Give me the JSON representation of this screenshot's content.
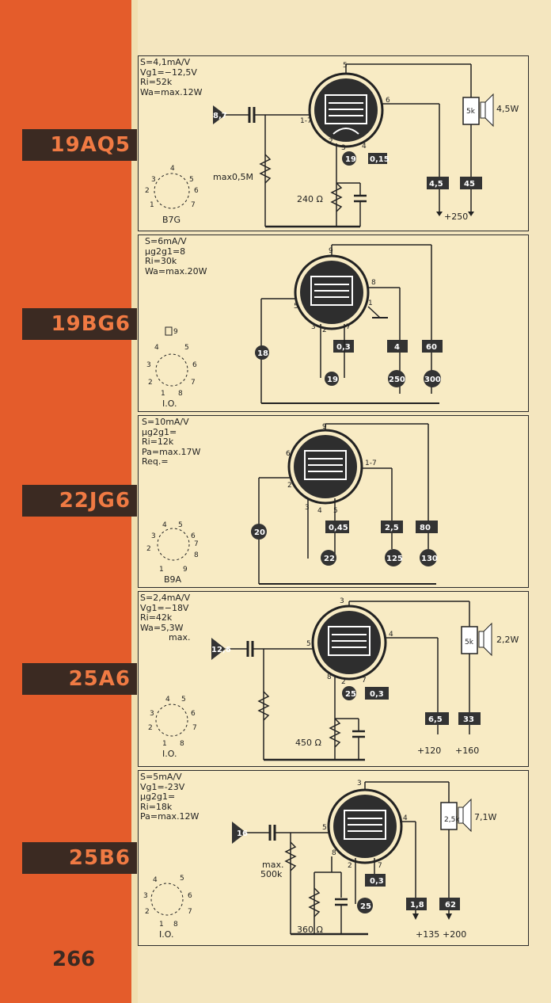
{
  "page_number": "266",
  "tubes": [
    {
      "name": "19AQ5",
      "specs": [
        "S=4,1mA/V",
        "Vg1=−12,5V",
        "Ri=52k",
        "Wa=max.12W"
      ],
      "base": "B7G",
      "input_voltage": "8,7",
      "grid_resistor": "max0,5M",
      "cathode_resistor": "240 Ω",
      "pin_labels": [
        "5",
        "6",
        "1-7",
        "2",
        "3",
        "4"
      ],
      "heater": "19",
      "heater_current": "0,15",
      "currents": [
        "4,5",
        "45"
      ],
      "supply": "+250",
      "speaker_transformer": "5k",
      "speaker_power": "4,5W",
      "base_pins": [
        "4",
        "3",
        "5",
        "2",
        "6",
        "1",
        "7"
      ]
    },
    {
      "name": "19BG6",
      "specs": [
        "S=6mA/V",
        "µg2g1=8",
        "Ri=30k",
        "Wa=max.20W"
      ],
      "base": "I.O.",
      "pin_labels": [
        "9",
        "8",
        "5",
        "1",
        "3",
        "2",
        "7"
      ],
      "grid_bias": "18",
      "heater": "19",
      "heater_current": "0,3",
      "currents": [
        "4",
        "60"
      ],
      "supplies": [
        "250",
        "300"
      ],
      "base_pins": [
        "9",
        "4",
        "5",
        "3",
        "6",
        "2",
        "7",
        "1",
        "8"
      ]
    },
    {
      "name": "22JG6",
      "specs": [
        "S=10mA/V",
        "µg2g1=",
        "Ri=12k",
        "Pa=max.17W",
        "Req.="
      ],
      "base": "B9A",
      "pin_labels": [
        "9",
        "6",
        "1-7",
        "2",
        "3",
        "4",
        "5"
      ],
      "grid_bias": "20",
      "heater": "22",
      "heater_current": "0,45",
      "currents": [
        "2,5",
        "80"
      ],
      "supplies": [
        "125",
        "130"
      ],
      "base_pins": [
        "4",
        "5",
        "3",
        "6",
        "2",
        "7",
        "1",
        "8",
        "9"
      ]
    },
    {
      "name": "25A6",
      "specs": [
        "S=2,4mA/V",
        "Vg1=−18V",
        "Ri=42k",
        "Wa=5,3W"
      ],
      "specs_extra": "max.",
      "base": "I.O.",
      "input_voltage": "12,6",
      "cathode_resistor": "450 Ω",
      "pin_labels": [
        "3",
        "5",
        "4",
        "8",
        "2",
        "7"
      ],
      "heater": "25",
      "heater_current": "0,3",
      "currents": [
        "6,5",
        "33"
      ],
      "supplies": [
        "+120",
        "+160"
      ],
      "speaker_transformer": "5k",
      "speaker_power": "2,2W",
      "base_pins": [
        "4",
        "5",
        "3",
        "6",
        "2",
        "7",
        "1",
        "8"
      ]
    },
    {
      "name": "25B6",
      "specs": [
        "S=5mA/V",
        "Vg1=-23V",
        "µg2g1=",
        "Ri=18k",
        "Pa=max.12W"
      ],
      "base": "I.O.",
      "input_voltage": "16",
      "grid_resistor": "max.\n500k",
      "grid_resistor_a": "max.",
      "grid_resistor_b": "500k",
      "cathode_resistor": "360 Ω",
      "pin_labels": [
        "3",
        "5",
        "4",
        "8",
        "2",
        "7"
      ],
      "heater": "25",
      "heater_current": "0,3",
      "currents": [
        "1,8",
        "62"
      ],
      "supplies": [
        "+135",
        "+200"
      ],
      "speaker_transformer": "2,5k",
      "speaker_power": "7,1W",
      "base_pins": [
        "4",
        "5",
        "3",
        "6",
        "2",
        "7",
        "1",
        "8"
      ]
    }
  ],
  "colors": {
    "sidebar": "#e45c2b",
    "label_bg": "#3b2a22",
    "label_text": "#f07a43",
    "paper": "#f8ebc4"
  }
}
